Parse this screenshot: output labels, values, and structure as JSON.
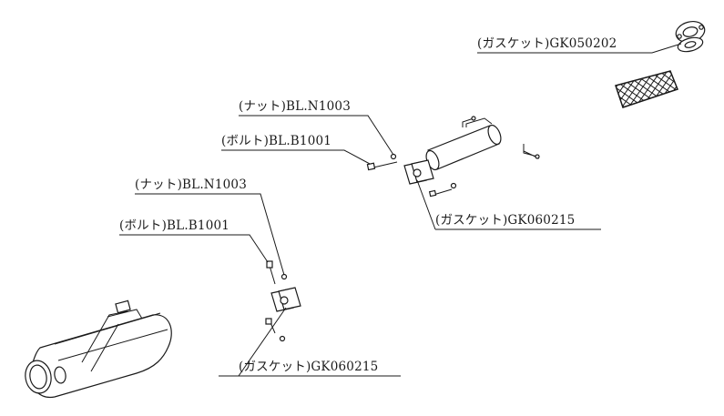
{
  "callouts": {
    "gasket_top": "(ガスケット)GK050202",
    "nut_upper": "(ナット)BL.N1003",
    "bolt_upper": "(ボルト)BL.B1001",
    "gasket_mid": "(ガスケット)GK060215",
    "nut_lower": "(ナット)BL.N1003",
    "bolt_lower": "(ボルト)BL.B1001",
    "gasket_bottom": "(ガスケット)GK060215"
  },
  "colors": {
    "line": "#1a1a1a",
    "background": "#ffffff"
  }
}
